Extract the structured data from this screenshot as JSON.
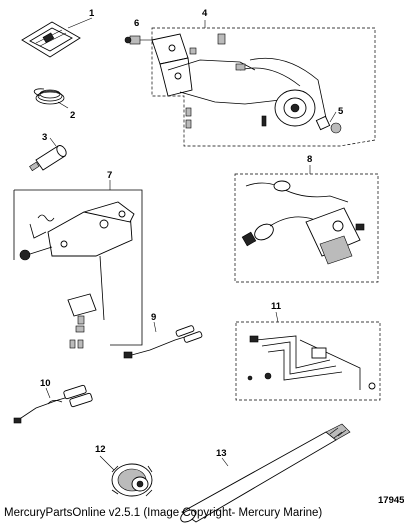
{
  "footer_text": "MercuryPartsOnline v2.5.1 (Image Copyright- Mercury Marine)",
  "reference_number": "17945",
  "callouts": [
    "1",
    "2",
    "3",
    "4",
    "5",
    "6",
    "7",
    "8",
    "9",
    "10",
    "11",
    "12",
    "13"
  ]
}
